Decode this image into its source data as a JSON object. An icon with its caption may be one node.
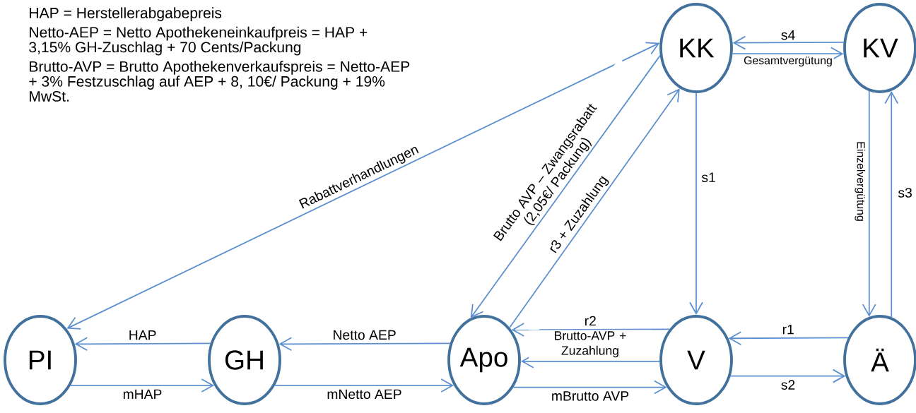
{
  "diagram": {
    "nodes": [
      {
        "text": [
          "KK"
        ]
      },
      {
        "text": [
          "KV"
        ]
      },
      {
        "text": [
          "PI"
        ]
      },
      {
        "text": [
          "GH"
        ]
      },
      {
        "text": [
          "Apo"
        ]
      },
      {
        "text": [
          "V"
        ]
      },
      {
        "text": [
          "Ä"
        ]
      }
    ],
    "edges": [
      {
        "from": 2,
        "to": 0,
        "arrow": "both",
        "label": "Rabattverhandlungen"
      },
      {
        "from": 0,
        "to": 4,
        "arrow": "to",
        "label": "Brutto AVP – Zwangsrabatt (2,05€/ Packung)"
      },
      {
        "from": 4,
        "to": 0,
        "arrow": "to",
        "label": "r3 + Zuzahlung"
      },
      {
        "from": 0,
        "to": 5,
        "arrow": "to",
        "label": "s1"
      },
      {
        "from": 1,
        "to": 0,
        "arrow": "to",
        "label": "s4"
      },
      {
        "from": 0,
        "to": 1,
        "arrow": "to",
        "label": "Gesamtvergütung"
      },
      {
        "from": 1,
        "to": 6,
        "arrow": "to",
        "label": "Einzelvergütung"
      },
      {
        "from": 6,
        "to": 1,
        "arrow": "to",
        "label": "s3"
      },
      {
        "from": 3,
        "to": 2,
        "arrow": "to",
        "label": "HAP"
      },
      {
        "from": 2,
        "to": 3,
        "arrow": "to",
        "label": "mHAP"
      },
      {
        "from": 4,
        "to": 3,
        "arrow": "to",
        "label": "Netto AEP"
      },
      {
        "from": 3,
        "to": 4,
        "arrow": "to",
        "label": "mNetto AEP"
      },
      {
        "from": 5,
        "to": 4,
        "arrow": "to",
        "label": "r2"
      },
      {
        "from": 5,
        "to": 4,
        "arrow": "to",
        "label": "Brutto-AVP + Zuzahlung"
      },
      {
        "from": 4,
        "to": 5,
        "arrow": "to",
        "label": "mBrutto AVP"
      },
      {
        "from": 6,
        "to": 5,
        "arrow": "to",
        "label": "r1"
      },
      {
        "from": 5,
        "to": 6,
        "arrow": "to",
        "label": "s2"
      }
    ],
    "labels": [
      "HAP = Herstellerabgabepreis",
      "Netto-AEP = Netto Apothekeneinkaufpreis = HAP + 3,15% GH-Zuschlag + 70 Cents/Packung",
      "Brutto-AVP = Brutto Apothekenverkaufspreis = Netto-AEP + 3% Festzuschlag auf AEP + 8, 10€/ Packung + 19% MwSt."
    ]
  }
}
